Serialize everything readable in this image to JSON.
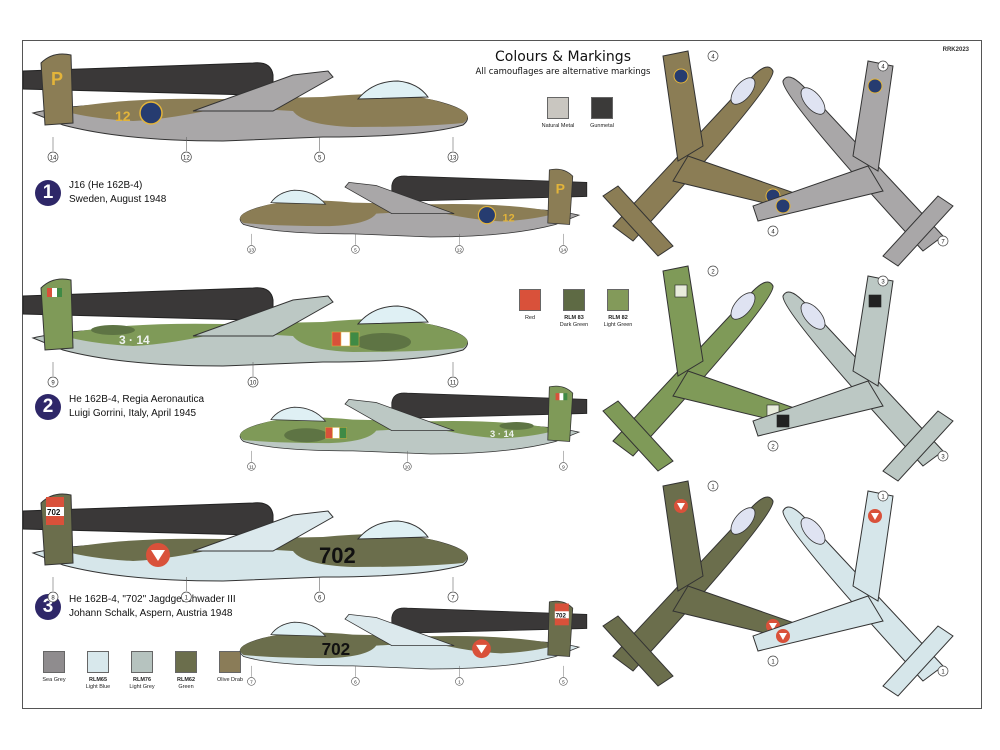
{
  "header": {
    "title": "Colours & Markings",
    "subtitle": "All camouflages are alternative markings",
    "code": "RRK2023"
  },
  "schemes": [
    {
      "number": "1",
      "line1": "J16 (He 162B-4)",
      "line2": "Sweden, August 1948"
    },
    {
      "number": "2",
      "line1": "He 162B-4, Regia Aeronautica",
      "line2": "Luigi Gorrini, Italy, April 1945"
    },
    {
      "number": "3",
      "line1": "He 162B-4, \"702\" Jagdgeschwader III",
      "line2": "Johann Schalk, Aspern, Austria 1948"
    }
  ],
  "swatch_groups": {
    "metal": [
      {
        "code": "",
        "name": "Natural Metal",
        "color": "#c9c6c0"
      },
      {
        "code": "",
        "name": "Gunmetal",
        "color": "#3b3a39"
      }
    ],
    "italy": [
      {
        "code": "",
        "name": "Red",
        "color": "#d9513a"
      },
      {
        "code": "RLM 83",
        "name": "Dark Green",
        "color": "#5e6a44"
      },
      {
        "code": "RLM 82",
        "name": "Light Green",
        "color": "#839a5a"
      }
    ],
    "base": [
      {
        "code": "",
        "name": "Sea Grey",
        "color": "#8f8c8e"
      },
      {
        "code": "RLM65",
        "name": "Light Blue",
        "color": "#d8e8ec"
      },
      {
        "code": "RLM76",
        "name": "Light Grey",
        "color": "#b6c3bf"
      },
      {
        "code": "RLM62",
        "name": "Green",
        "color": "#6b6e4c"
      },
      {
        "code": "",
        "name": "Olive Drab",
        "color": "#8a7c58"
      }
    ]
  },
  "aircraft": {
    "sweden": {
      "top": "#8b7d55",
      "under": "#a9a7a8",
      "tail_code": "P",
      "fuselage_code": "12",
      "code_color": "#e3b43a",
      "roundel": "#263c70",
      "callouts_left": [
        "14",
        "12",
        "5",
        "13"
      ],
      "callouts_right": [
        "13",
        "5",
        "12",
        "14"
      ],
      "plan_callouts": [
        "4",
        "4",
        "4",
        "7"
      ]
    },
    "italy": {
      "top": "#7f9a58",
      "mottle": "#5e7444",
      "under": "#bcc8c4",
      "fuselage_code": "3 · 14",
      "callouts_left": [
        "9",
        "10",
        "11"
      ],
      "callouts_right": [
        "11",
        "10",
        "9"
      ],
      "plan_callouts": [
        "2",
        "2",
        "3",
        "3"
      ]
    },
    "austria": {
      "top": "#6b6e4c",
      "under": "#d6e6ea",
      "tail_code": "702",
      "fuselage_code": "702",
      "roundel": "#d9513a",
      "callouts_left": [
        "8",
        "1",
        "6",
        "7"
      ],
      "callouts_right": [
        "7",
        "6",
        "1",
        "5"
      ],
      "plan_callouts": [
        "1",
        "1",
        "1",
        "1"
      ]
    }
  }
}
